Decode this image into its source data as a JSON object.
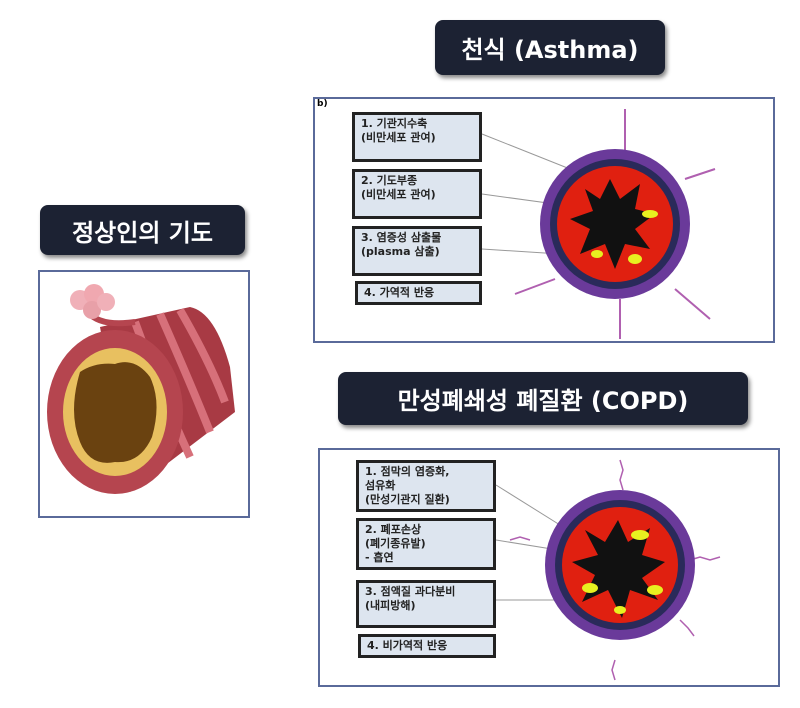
{
  "normal": {
    "title": "정상인의 기도"
  },
  "asthma": {
    "title": "천식 (Asthma)",
    "tag": "b)",
    "items": [
      "1. 기관지수축\n(비만세포 관여)",
      "2. 기도부종\n(비만세포 관여)",
      "3. 염증성 삼출물\n(plasma 삼출)",
      "4. 가역적 반응"
    ]
  },
  "copd": {
    "title": "만성폐쇄성 폐질환 (COPD)",
    "items": [
      "1. 점막의 염증화,\n섬유화\n(만성기관지 질환)",
      "2. 폐포손상\n(폐기종유발)\n- 흡연",
      "3. 점액질 과다분비\n(내피방해)",
      "4. 비가역적 반응"
    ]
  },
  "colors": {
    "title_bg": "#1c2233",
    "wall": "#e02010",
    "ring": "#5a2a7a",
    "mucus": "#e8f020"
  }
}
